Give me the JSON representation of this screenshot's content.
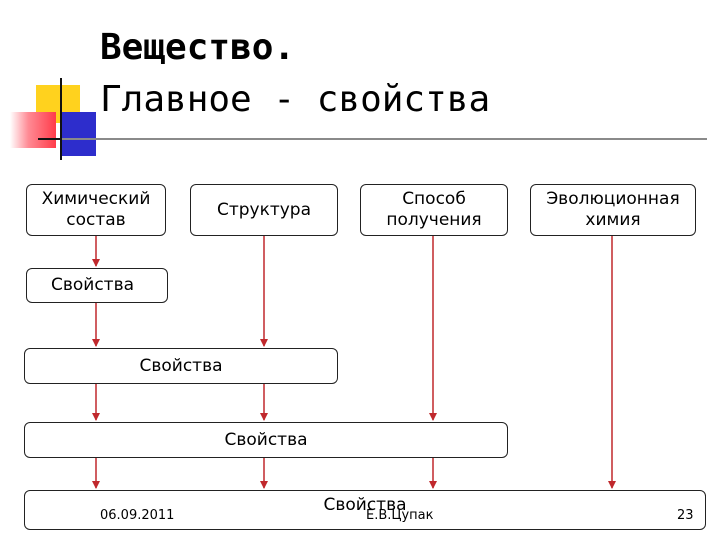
{
  "title": {
    "line1": "Вещество.",
    "line2": "Главное - свойства"
  },
  "top_boxes": [
    {
      "label": "Химический\nсостав"
    },
    {
      "label": "Структура"
    },
    {
      "label": "Способ\nполучения"
    },
    {
      "label": "Эволюционная\nхимия"
    }
  ],
  "levels": [
    {
      "label": "Свойства"
    },
    {
      "label": "Свойства"
    },
    {
      "label": "Свойства"
    },
    {
      "label": "Свойства"
    }
  ],
  "footer": {
    "date": "06.09.2011",
    "author": "Е.В.Цупак",
    "page": "23"
  },
  "colors": {
    "arrow": "#c0282c",
    "accent_yellow": "#ffd21e",
    "accent_blue": "#2d2dcc",
    "accent_red": "#ff3c4a",
    "rule": "#8a8a8a"
  }
}
